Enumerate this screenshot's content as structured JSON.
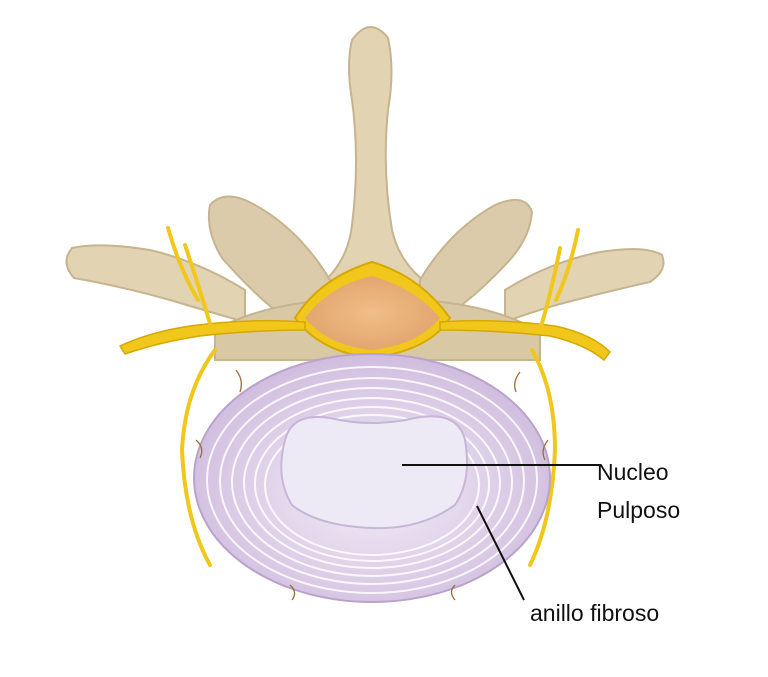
{
  "labels": {
    "nucleus_line1": "Nucleo",
    "nucleus_line2": "Pulposo",
    "annulus": "anillo fibroso"
  },
  "colors": {
    "bone": "#e2d3b3",
    "bone_shadow": "#c6b48f",
    "nerve": "#f1c71b",
    "nerve_dark": "#d6a800",
    "cord": "#e9b17a",
    "disc_outer": "#d9c9e4",
    "disc_ring": "#ffffff",
    "disc_inner": "#ece6f3",
    "vessel": "#a06a3a",
    "leader_line": "#111111"
  }
}
